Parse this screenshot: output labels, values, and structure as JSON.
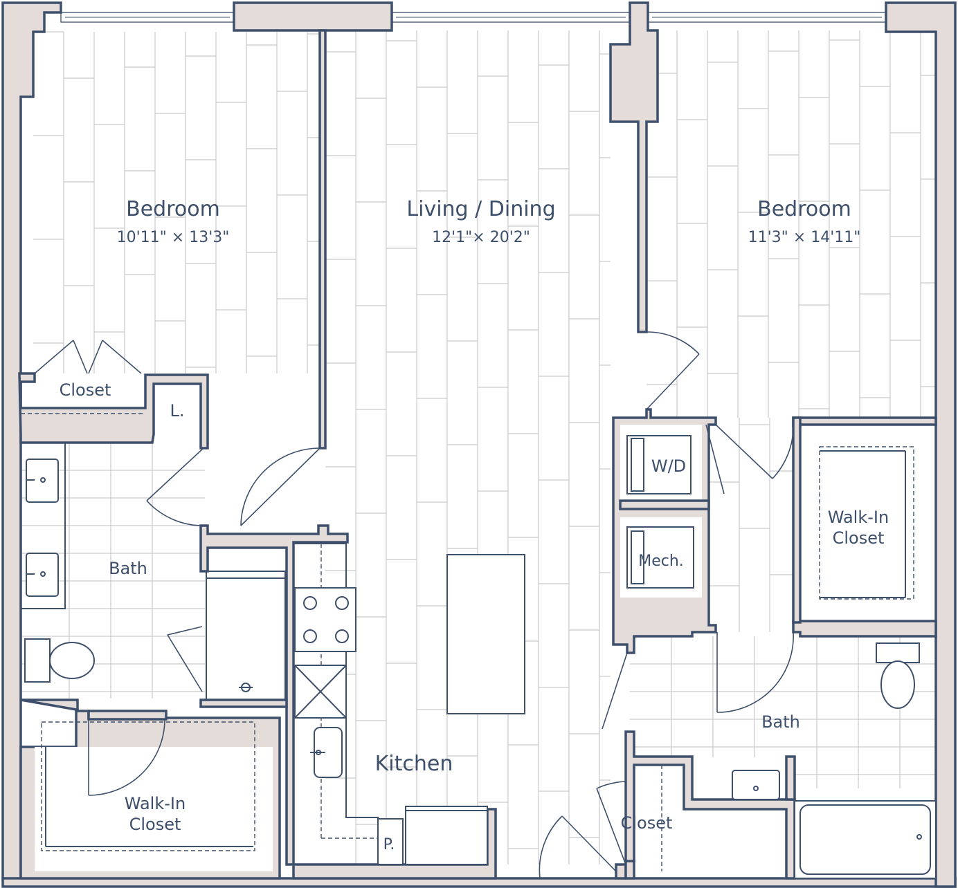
{
  "plan": {
    "labels": {
      "bedroom_left": "Bedroom",
      "bedroom_left_dim": "10'11\" × 13'3\"",
      "living": "Living / Dining",
      "living_dim": "12'1\"× 20'2\"",
      "bedroom_right": "Bedroom",
      "bedroom_right_dim": "11'3\" × 14'11\"",
      "closet_left": "Closet",
      "linen": "L.",
      "bath_left": "Bath",
      "walkin_left_1": "Walk-In",
      "walkin_left_2": "Closet",
      "kitchen": "Kitchen",
      "pantry": "P.",
      "wd": "W/D",
      "mech": "Mech.",
      "walkin_right_1": "Walk-In",
      "walkin_right_2": "Closet",
      "bath_right": "Bath",
      "closet_right": "Closet"
    },
    "colors": {
      "wall_fill": "#e4dcd8",
      "line": "#3d4f6b",
      "floor_line": "#c9c9cc",
      "background": "#ffffff"
    }
  }
}
